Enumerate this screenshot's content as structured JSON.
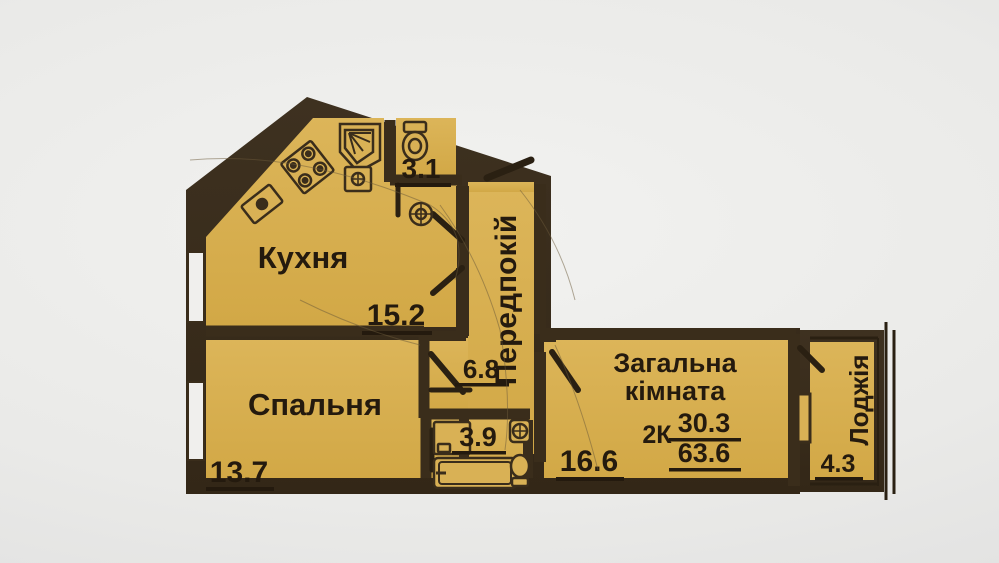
{
  "document": {
    "kind": "apartment-floor-plan",
    "background_color": "#eaeae8",
    "floor_color": "#d9b155",
    "wall_color": "#3a2d1b",
    "ink_color": "#241a0e"
  },
  "summary": {
    "type_label": "2К",
    "living_area": "30.3",
    "total_area": "63.6"
  },
  "rooms": [
    {
      "id": "kitchen",
      "name": "Кухня",
      "area": "15.2"
    },
    {
      "id": "bedroom",
      "name": "Спальня",
      "area": "13.7"
    },
    {
      "id": "living",
      "name_line1": "Загальна",
      "name_line2": "кімната",
      "area": "16.6"
    },
    {
      "id": "hall",
      "name": "Передпокій",
      "area": "6.8"
    },
    {
      "id": "wc",
      "name": "",
      "area": "3.1"
    },
    {
      "id": "bathroom",
      "name": "",
      "area": "3.9"
    },
    {
      "id": "loggia",
      "name": "Лоджія",
      "area": "4.3"
    }
  ],
  "fixtures": [
    {
      "id": "kitchen-sink",
      "room": "kitchen"
    },
    {
      "id": "kitchen-stove",
      "room": "kitchen"
    },
    {
      "id": "kitchen-corner-counter",
      "room": "kitchen"
    },
    {
      "id": "wc-toilet",
      "room": "wc"
    },
    {
      "id": "wc-basin",
      "room": "wc"
    },
    {
      "id": "bath-tub",
      "room": "bathroom"
    },
    {
      "id": "bath-washer",
      "room": "bathroom"
    },
    {
      "id": "bath-sink",
      "room": "bathroom"
    },
    {
      "id": "bath-toilet",
      "room": "bathroom"
    }
  ],
  "openings": [
    {
      "id": "window-kitchen-left",
      "kind": "window"
    },
    {
      "id": "window-bedroom-left",
      "kind": "window"
    },
    {
      "id": "entry-door",
      "kind": "door"
    },
    {
      "id": "door-kitchen-hall",
      "kind": "door"
    },
    {
      "id": "door-bedroom-hall",
      "kind": "door"
    },
    {
      "id": "door-bathroom",
      "kind": "door"
    },
    {
      "id": "door-wc",
      "kind": "door"
    },
    {
      "id": "door-living-hall",
      "kind": "door"
    },
    {
      "id": "balcony-door",
      "kind": "door"
    },
    {
      "id": "loggia-glazing",
      "kind": "glazing"
    }
  ]
}
